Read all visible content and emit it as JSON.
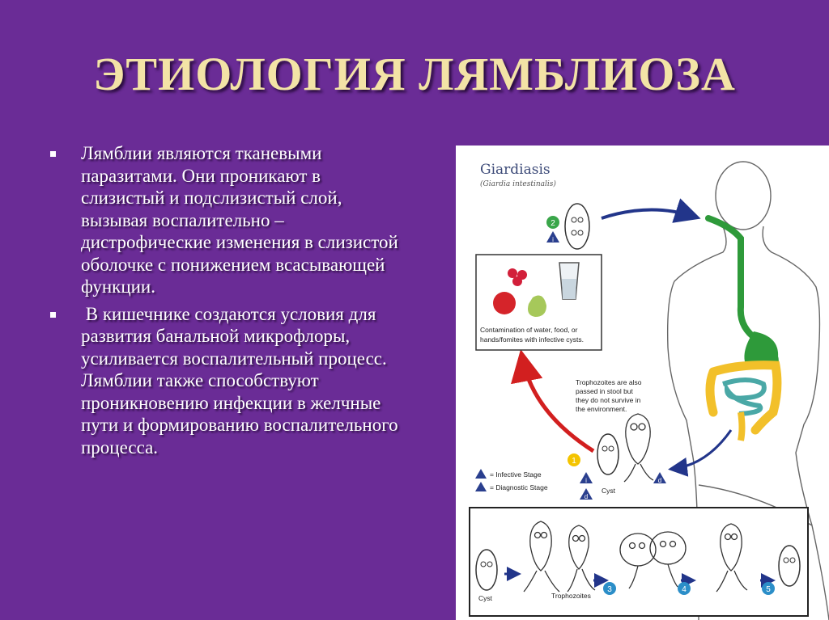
{
  "slide": {
    "title": "ЭТИОЛОГИЯ ЛЯМБЛИОЗА",
    "bullets": [
      "Лямблии являются тканевыми паразитами. Они проникают в слизистый и подслизистый слой, вызывая воспалительно – дистрофические изменения в слизистой оболочке с понижением всасывающей функции.",
      " В кишечнике создаются условия для развития банальной микрофлоры, усиливается воспалительный процесс. Лямблии также способствуют проникновению инфекции в желчные пути и формированию воспалительного процесса."
    ]
  },
  "figure": {
    "title": "Giardiasis",
    "subtitle": "(Giardia intestinalis)",
    "contamination_1": "Contamination of water, food, or",
    "contamination_2": "hands/fomites with infective cysts.",
    "tropho_1": "Trophozoites are also",
    "tropho_2": "passed in stool but",
    "tropho_3": "they do not survive in",
    "tropho_4": "the environment.",
    "legend_infective": "= Infective Stage",
    "legend_diagnostic": "= Diagnostic Stage",
    "cyst_label": "Cyst",
    "cyst_label_bottom": "Cyst",
    "trophozoites_label": "Trophozoites",
    "step_1": "1",
    "step_2": "2",
    "step_3": "3",
    "step_4": "4",
    "step_5": "5",
    "stage_i": "i",
    "stage_d": "d",
    "colors": {
      "step_green": "#3aa64a",
      "step_yellow": "#f4c400",
      "step_blue": "#2b8ec8",
      "stage_blue": "#2a3f8e",
      "arrow_blue": "#22358a",
      "arrow_red": "#d21f1f",
      "gut_green": "#2e9a3a",
      "colon_yellow": "#f2c02a",
      "intestine_teal": "#4aa8a6"
    }
  }
}
